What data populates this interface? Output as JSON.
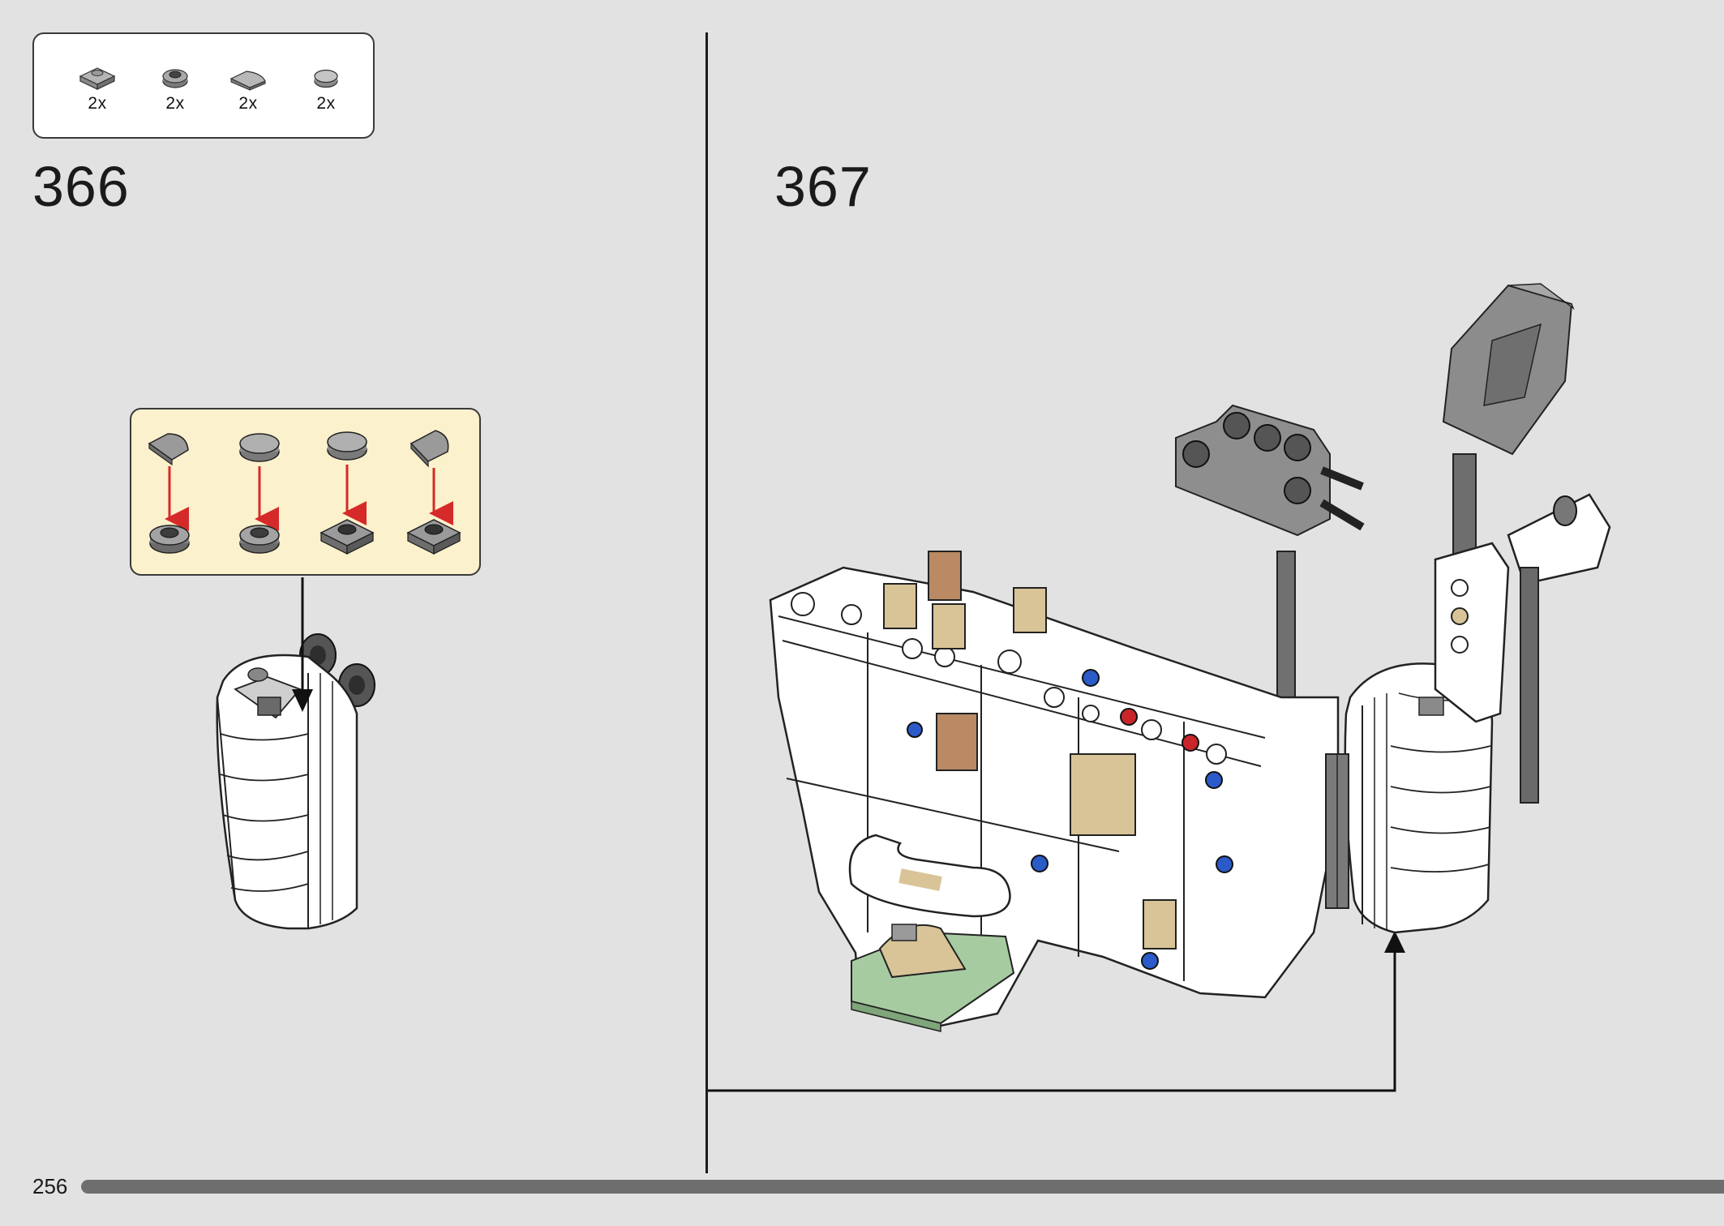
{
  "parts_list": {
    "items": [
      {
        "icon": "flat-plate-icon",
        "quantity": "2x"
      },
      {
        "icon": "round-plate-icon",
        "quantity": "2x"
      },
      {
        "icon": "wedge-tile-icon",
        "quantity": "2x"
      },
      {
        "icon": "round-tile-icon",
        "quantity": "2x"
      }
    ]
  },
  "steps": [
    {
      "number": "366"
    },
    {
      "number": "367"
    }
  ],
  "footer": {
    "page_number": "256",
    "progress": 1.0
  },
  "colors": {
    "background": "#e2e2e2",
    "callout_fill": "#fbf1cc",
    "arrow_red": "#d62a2a",
    "progress_bar": "#6e6e6e"
  }
}
